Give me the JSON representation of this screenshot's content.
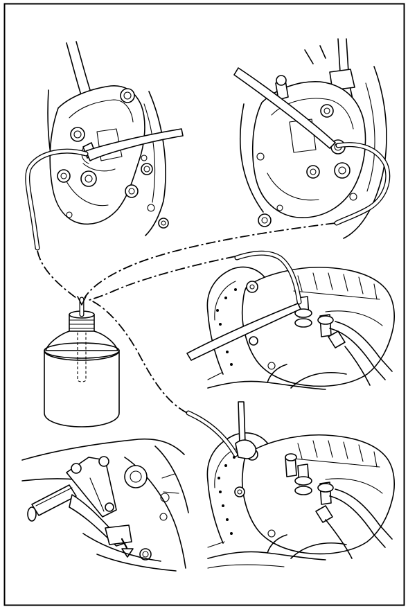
{
  "figure": {
    "title": "",
    "border_color": "#000000",
    "background": "#ffffff",
    "panels": [
      "front-left-caliper-bleeding",
      "front-right-caliper-bleeding",
      "rear-caliper-upper-bleed-valve",
      "rear-caliper-lower-bleed-valve",
      "rear-brake-pedal-pressing",
      "brake-fluid-catch-container"
    ]
  }
}
